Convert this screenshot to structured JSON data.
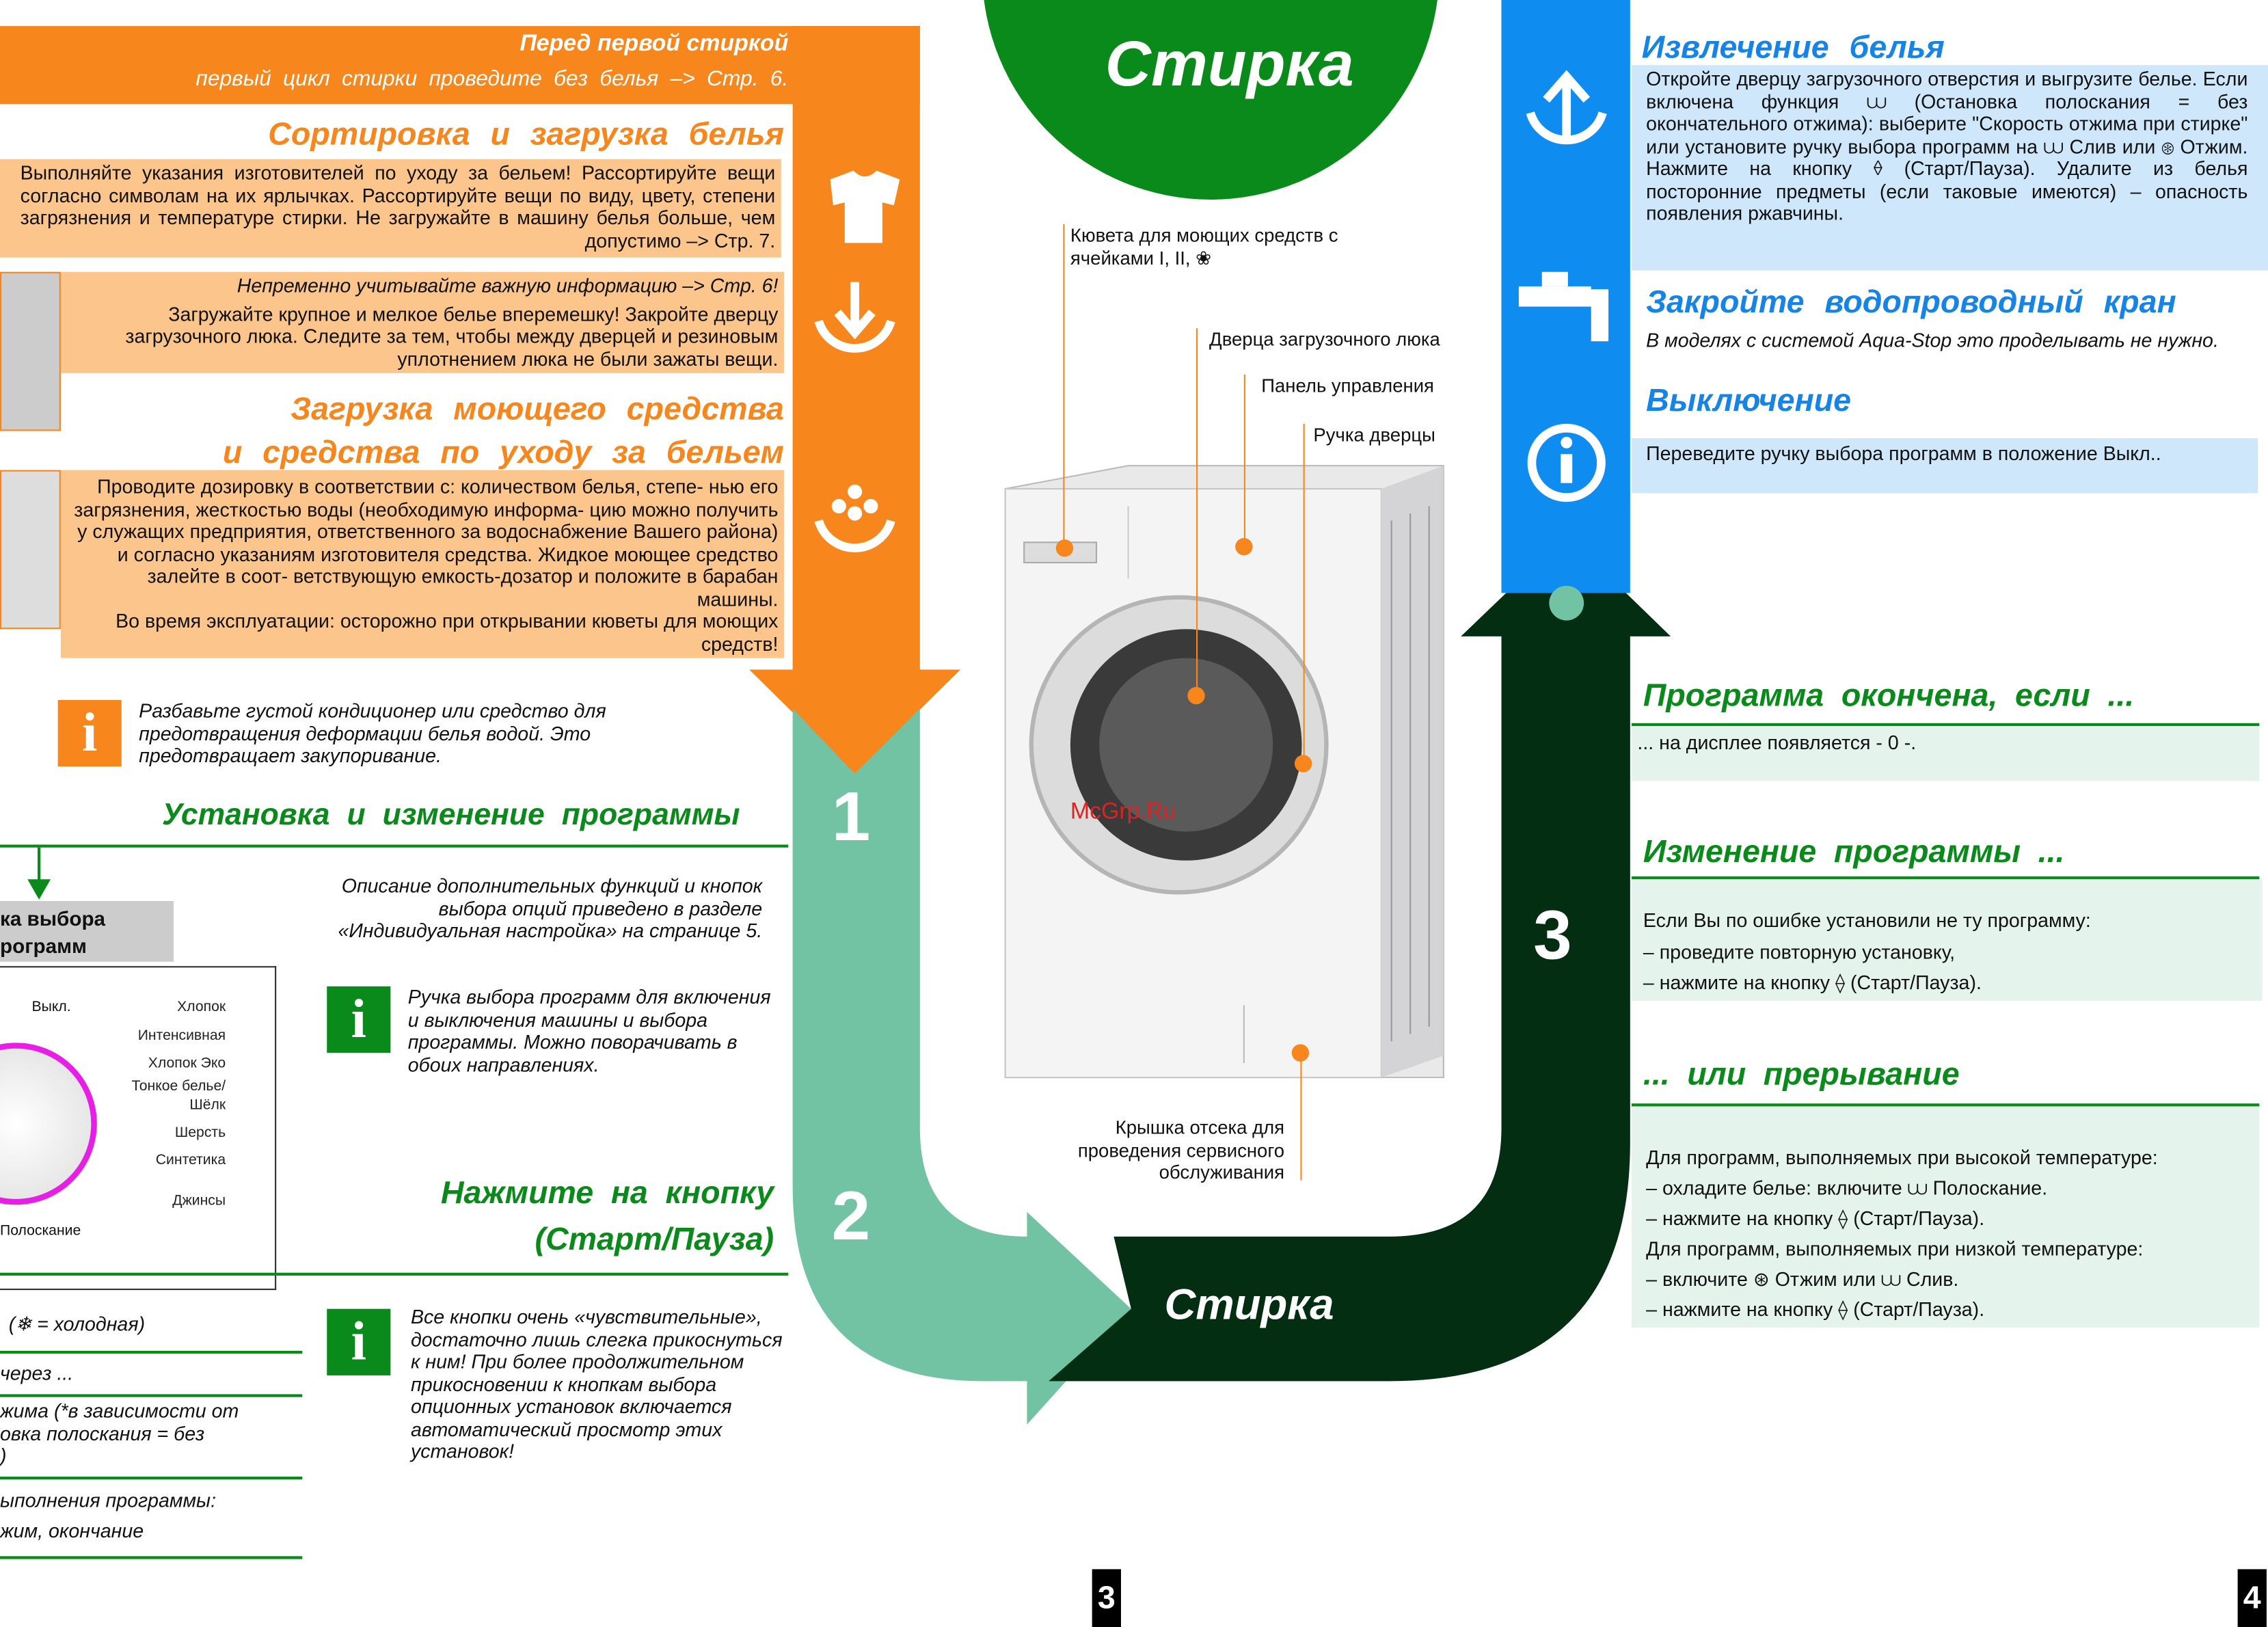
{
  "left": {
    "banner": {
      "title": "Перед первой стиркой",
      "subtitle": "первый цикл стирки проведите без белья –> Стр. 6."
    },
    "sorting": {
      "heading": "Сортировка и загрузка белья",
      "box1": "Выполняйте указания изготовителей по уходу за бельем! Рассортируйте вещи согласно символам на их ярлычках. Рассортируйте вещи по виду, цвету, степени загрязнения и температуре стирки. Не загружайте в машину белья больше, чем допустимо –> Стр. 7.",
      "box2_note": "Непременно учитывайте важную информацию –> Стр. 6!",
      "box2": "Загружайте крупное и мелкое белье вперемешку! Закройте дверцу загрузочного люка. Следите за тем, чтобы между дверцей и резиновым уплотнением люка не были зажаты вещи."
    },
    "detergent": {
      "heading1": "Загрузка моющего средства",
      "heading2": "и средства по уходу за бельем",
      "box": "Проводите дозировку в соответствии с: количеством белья, степе- нью его загрязнения, жесткостью воды (необходимую информа- цию можно получить у служащих предприятия, ответственного за водоснабжение Вашего района) и согласно указаниям изготовителя средства. Жидкое моющее средство залейте в соот- ветствующую емкость-дозатор и положите в барабан машины.",
      "box_tail": "Во время эксплуатации: осторожно при открывании кюветы для моющих средств!",
      "info": "Разбавьте густой кондиционер или средство для предотвращения деформации белья водой. Это предотвращает закупоривание."
    },
    "program": {
      "heading": "Установка и изменение программы",
      "knob_label_1": "ка выбора",
      "knob_label_2": "рограмм",
      "description": "Описание дополнительных функций и кнопок выбора опций приведено в разделе «Индивидуальная настройка» на странице 5.",
      "info": "Ручка выбора программ для включения и выключения машины и выбора программы. Можно поворачивать в обоих направлениях.",
      "dial": {
        "off": "Выкл.",
        "programs": [
          "Хлопок",
          "Интенсивная",
          "Хлопок Эко",
          "Тонкое белье/",
          "Шёлк",
          "Шерсть",
          "Синтетика",
          "Джинсы"
        ],
        "rinse": "Полоскание"
      }
    },
    "start": {
      "heading1": "Нажмите на кнопку",
      "heading2": "(Старт/Пауза)",
      "info": "Все кнопки очень «чувствительные», достаточно лишь слегка прикоснуться к ним! При более продолжительном прикосновении к кнопкам выбора опционных установок включается автоматический просмотр этих установок!"
    },
    "fragments": [
      "(❄ = холодная)",
      "через ...",
      "жима (*в зависимости от",
      "овка полоскания = без",
      ")",
      "ыполнения программы:",
      "жим, окончание"
    ],
    "page_number": "3"
  },
  "center": {
    "title_top": "Стирка",
    "title_bottom": "Стирка",
    "steps": [
      "1",
      "2",
      "3"
    ],
    "labels": {
      "drawer": "Кювета для моющих средств с ячейками I, II, ❀",
      "door": "Дверца загрузочного люка",
      "panel": "Панель управления",
      "handle": "Ручка дверцы",
      "service": "Крышка отсека для проведения сервисного обслуживания"
    },
    "watermark": "McGrp.Ru"
  },
  "right": {
    "unload": {
      "heading": "Извлечение белья",
      "text": "Откройте дверцу загрузочного отверстия и выгрузите белье. Если включена функция ⩊ (Остановка полоскания = без окончательного отжима): выберите \"Скорость отжима при стирке\" или установите ручку выбора программ на ⩊ Слив или ⊛ Отжим. Нажмите на кнопку ⟠ (Старт/Пауза). Удалите из белья посторонние предметы (если таковые имеются) – опасность появления ржавчины."
    },
    "tap": {
      "heading": "Закройте водопроводный кран",
      "text": "В моделях с системой Aqua-Stop это проделывать не нужно."
    },
    "off": {
      "heading": "Выключение",
      "text": "Переведите ручку выбора программ в положение Выкл.."
    },
    "finished": {
      "heading": "Программа окончена, если ...",
      "text": "... на дисплее появляется - 0 -."
    },
    "change": {
      "heading": "Изменение программы ...",
      "lines": [
        "Если Вы по ошибке установили не ту программу:",
        "– проведите повторную установку,",
        "– нажмите на кнопку ⟠ (Старт/Пауза)."
      ]
    },
    "abort": {
      "heading": "... или прерывание",
      "lines": [
        "Для программ, выполняемых при высокой температуре:",
        "– охладите белье: включите ⩊ Полоскание.",
        "– нажмите на кнопку ⟠ (Старт/Пауза).",
        "Для программ, выполняемых при низкой температуре:",
        "– включите ⊛ Отжим или ⩊ Слив.",
        "– нажмите на кнопку ⟠ (Старт/Пауза)."
      ]
    },
    "page_number": "4"
  },
  "colors": {
    "orange": "#f7861d",
    "teal": "#72c2a4",
    "dark_green": "#032e12",
    "blue": "#0f8cf0",
    "green": "#0a8a1a"
  }
}
